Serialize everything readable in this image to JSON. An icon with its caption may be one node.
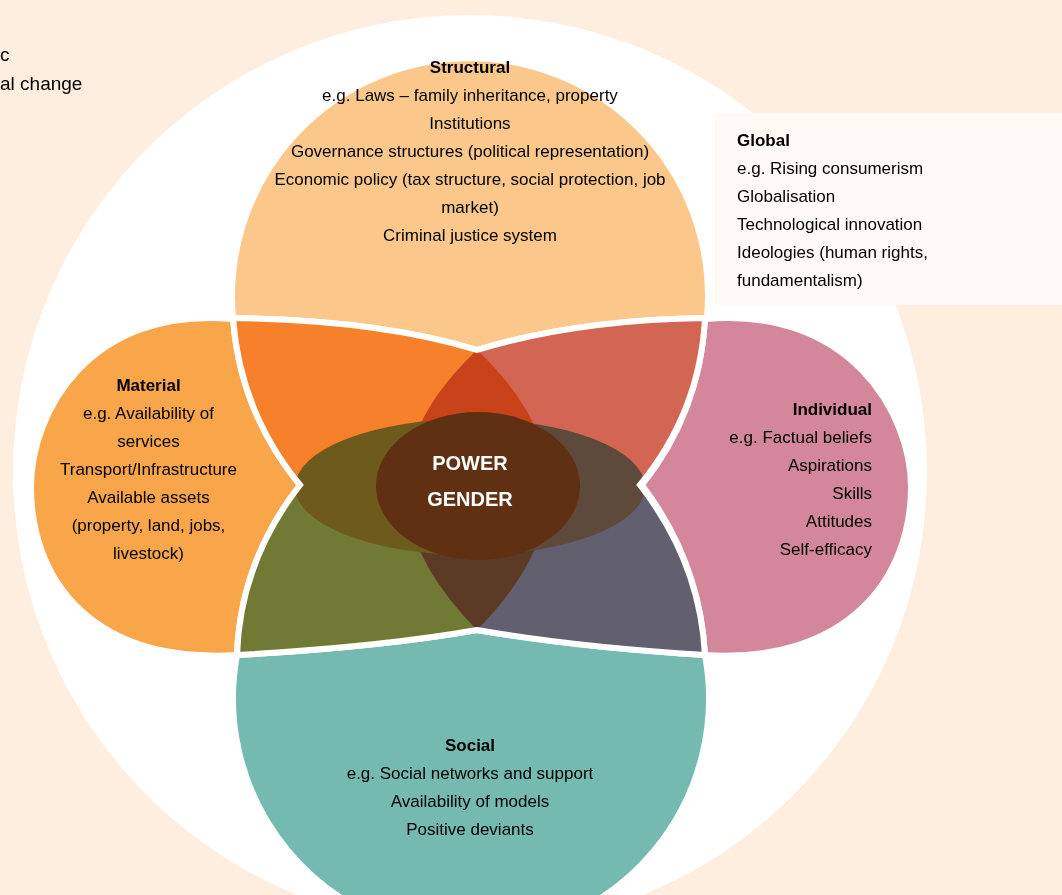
{
  "diagram": {
    "nodes": [
      {
        "text": [
          "Structural",
          "e.g. Laws – family inheritance, property",
          "Institutions",
          "Governance structures (political representation)",
          "Economic policy (tax structure, social protection, job market)",
          "Criminal justice system"
        ]
      },
      {
        "text": [
          "Global",
          "e.g. Rising consumerism",
          "Globalisation",
          "Technological innovation",
          "Ideologies (human rights, fundamentalism)"
        ]
      },
      {
        "text": [
          "Material",
          "e.g. Availability of services",
          "Transport/Infrastructure",
          "Available assets (property, land, jobs, livestock)"
        ]
      },
      {
        "text": [
          "Individual",
          "e.g. Factual beliefs",
          "Aspirations",
          "Skills",
          "Attitudes",
          "Self-efficacy"
        ]
      },
      {
        "text": [
          "Social",
          "e.g. Social networks and support",
          "Availability of models",
          "Positive deviants"
        ]
      },
      {
        "text": [
          "POWER",
          "GENDER"
        ]
      }
    ],
    "labels": [
      "c",
      "al change"
    ]
  }
}
